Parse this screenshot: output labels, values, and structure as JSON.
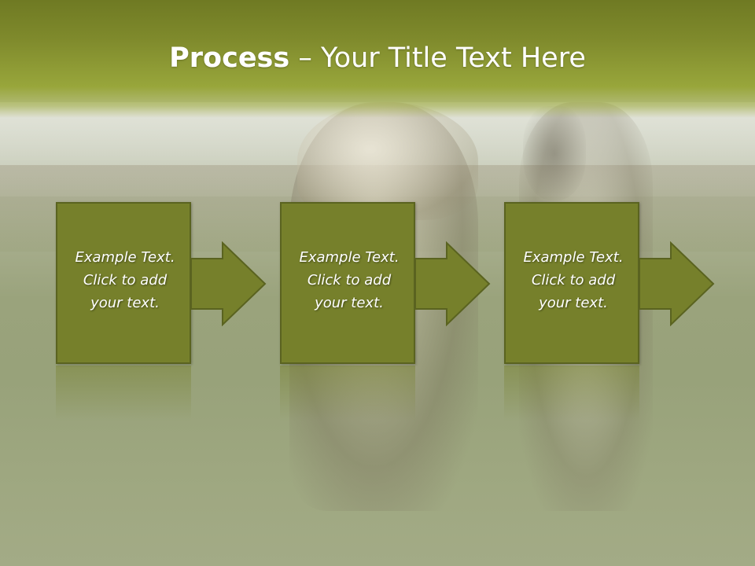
{
  "title": {
    "bold": "Process",
    "rest": " – Your Title Text Here"
  },
  "steps": [
    {
      "line1": "Example Text.",
      "line2": "Click  to add",
      "line3": "your text."
    },
    {
      "line1": "Example Text.",
      "line2": "Click  to add",
      "line3": "your text."
    },
    {
      "line1": "Example Text.",
      "line2": "Click  to add",
      "line3": "your text."
    }
  ],
  "colors": {
    "header": "#7f8a2c",
    "box": "#76802b",
    "box_border": "#5a6320"
  },
  "icons": [
    "arrow-right-icon",
    "arrow-right-icon",
    "arrow-right-icon"
  ]
}
